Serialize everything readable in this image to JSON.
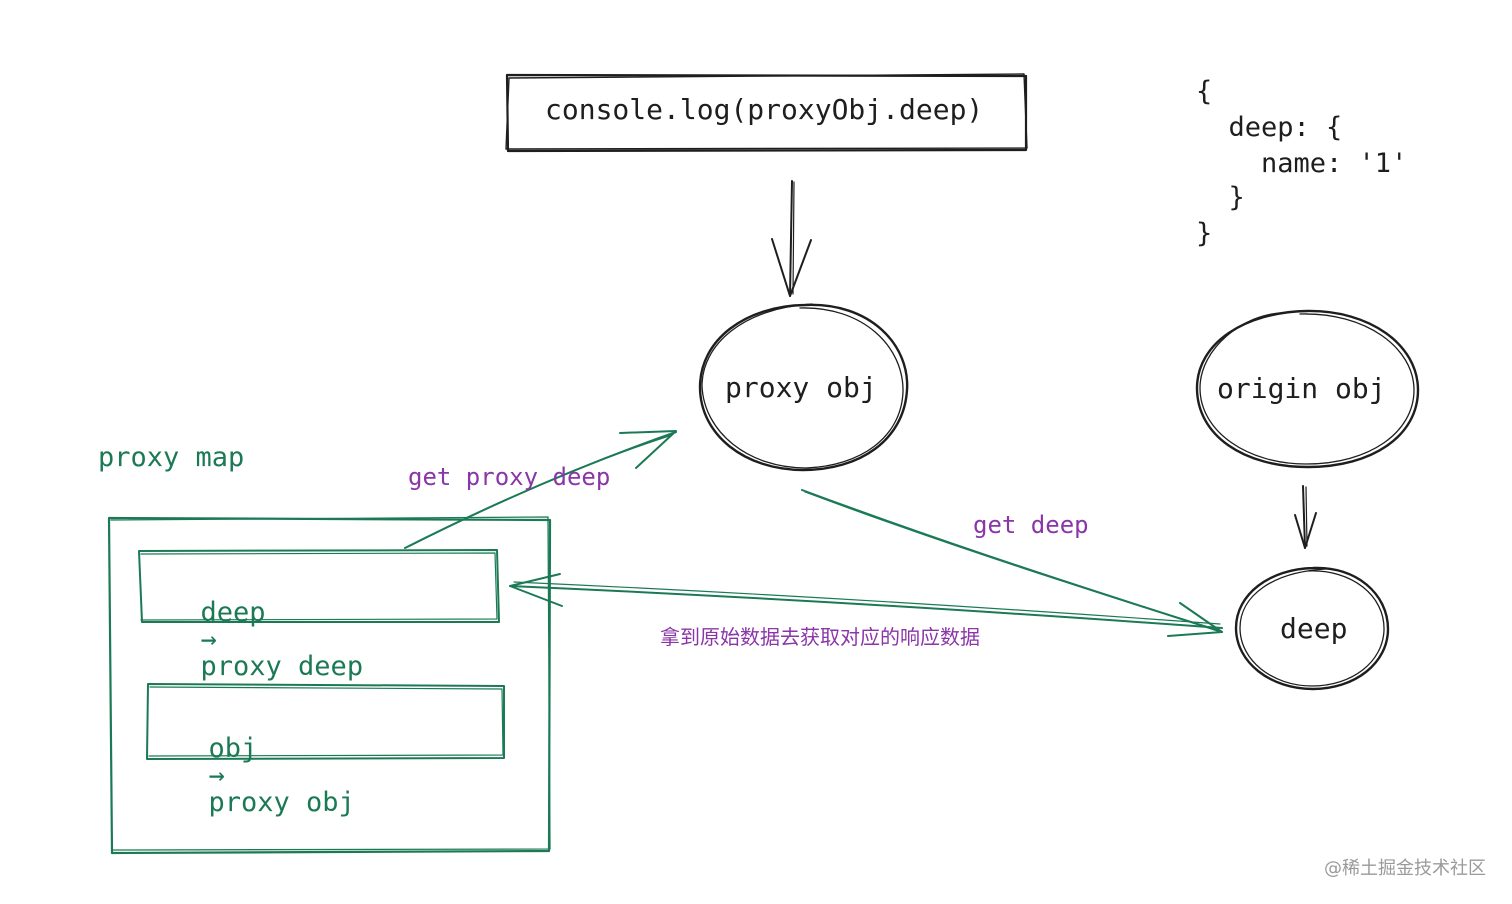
{
  "console_box": {
    "label": "console.log(proxyObj.deep)"
  },
  "json_snippet": {
    "lines": [
      "{",
      "  deep: {",
      "    name: '1'",
      "  }",
      "}"
    ]
  },
  "nodes": {
    "proxy_obj": "proxy obj",
    "origin_obj": "origin obj",
    "deep": "deep"
  },
  "proxy_map": {
    "title": "proxy map",
    "entries": [
      {
        "key": "deep",
        "arrow": "→",
        "value": "proxy deep"
      },
      {
        "key": "obj",
        "arrow": "→",
        "value": "proxy obj"
      }
    ]
  },
  "edge_labels": {
    "get_proxy_deep": "get proxy deep",
    "get_deep": "get deep",
    "lookup_note": "拿到原始数据去获取对应的响应数据"
  },
  "watermark": "@稀土掘金技术社区",
  "colors": {
    "black": "#1e1e1e",
    "green": "#1b7a55",
    "purple": "#8a35a8"
  }
}
